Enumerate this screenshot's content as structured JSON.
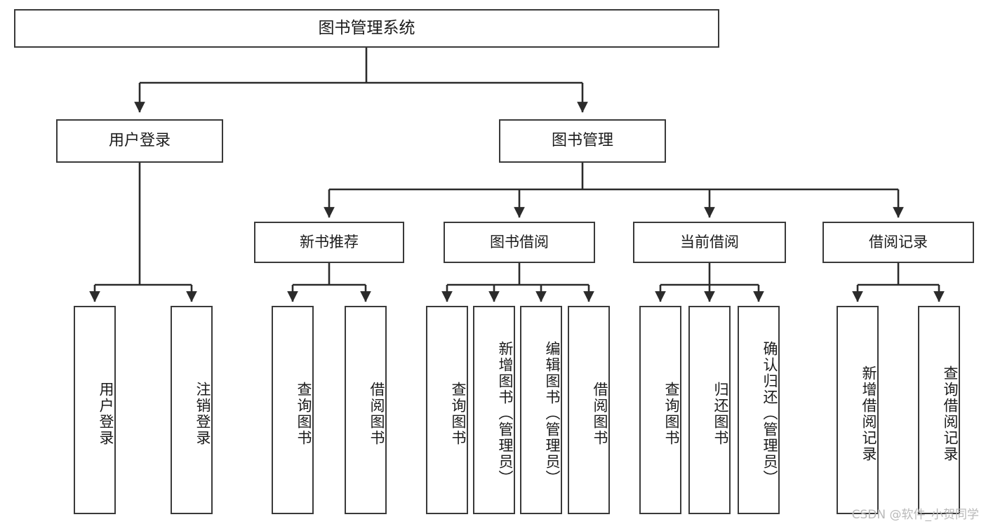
{
  "diagram": {
    "title": "图书管理系统",
    "watermark": "CSDN @软件_小贺同学",
    "colors": {
      "box_border": "#3a3a3a",
      "connector": "#2b2b2b",
      "text": "#1b1b1b",
      "background": "#ffffff",
      "watermark": "#b9b9b9"
    },
    "root": {
      "label": "图书管理系统"
    },
    "level2": [
      {
        "label": "用户登录"
      },
      {
        "label": "图书管理"
      }
    ],
    "level3": [
      {
        "label": "新书推荐"
      },
      {
        "label": "图书借阅"
      },
      {
        "label": "当前借阅"
      },
      {
        "label": "借阅记录"
      }
    ],
    "leaves": {
      "user_login": [
        {
          "label": "用户登录"
        },
        {
          "label": "注销登录"
        }
      ],
      "new_book_recommend": [
        {
          "label": "查询图书"
        },
        {
          "label": "借阅图书"
        }
      ],
      "book_borrow": [
        {
          "label": "查询图书"
        },
        {
          "label": "新增图书（管理员）"
        },
        {
          "label": "编辑图书（管理员）"
        },
        {
          "label": "借阅图书"
        }
      ],
      "current_borrow": [
        {
          "label": "查询图书"
        },
        {
          "label": "归还图书"
        },
        {
          "label": "确认归还（管理员）"
        }
      ],
      "borrow_record": [
        {
          "label": "新增借阅记录"
        },
        {
          "label": "查询借阅记录"
        }
      ]
    }
  }
}
